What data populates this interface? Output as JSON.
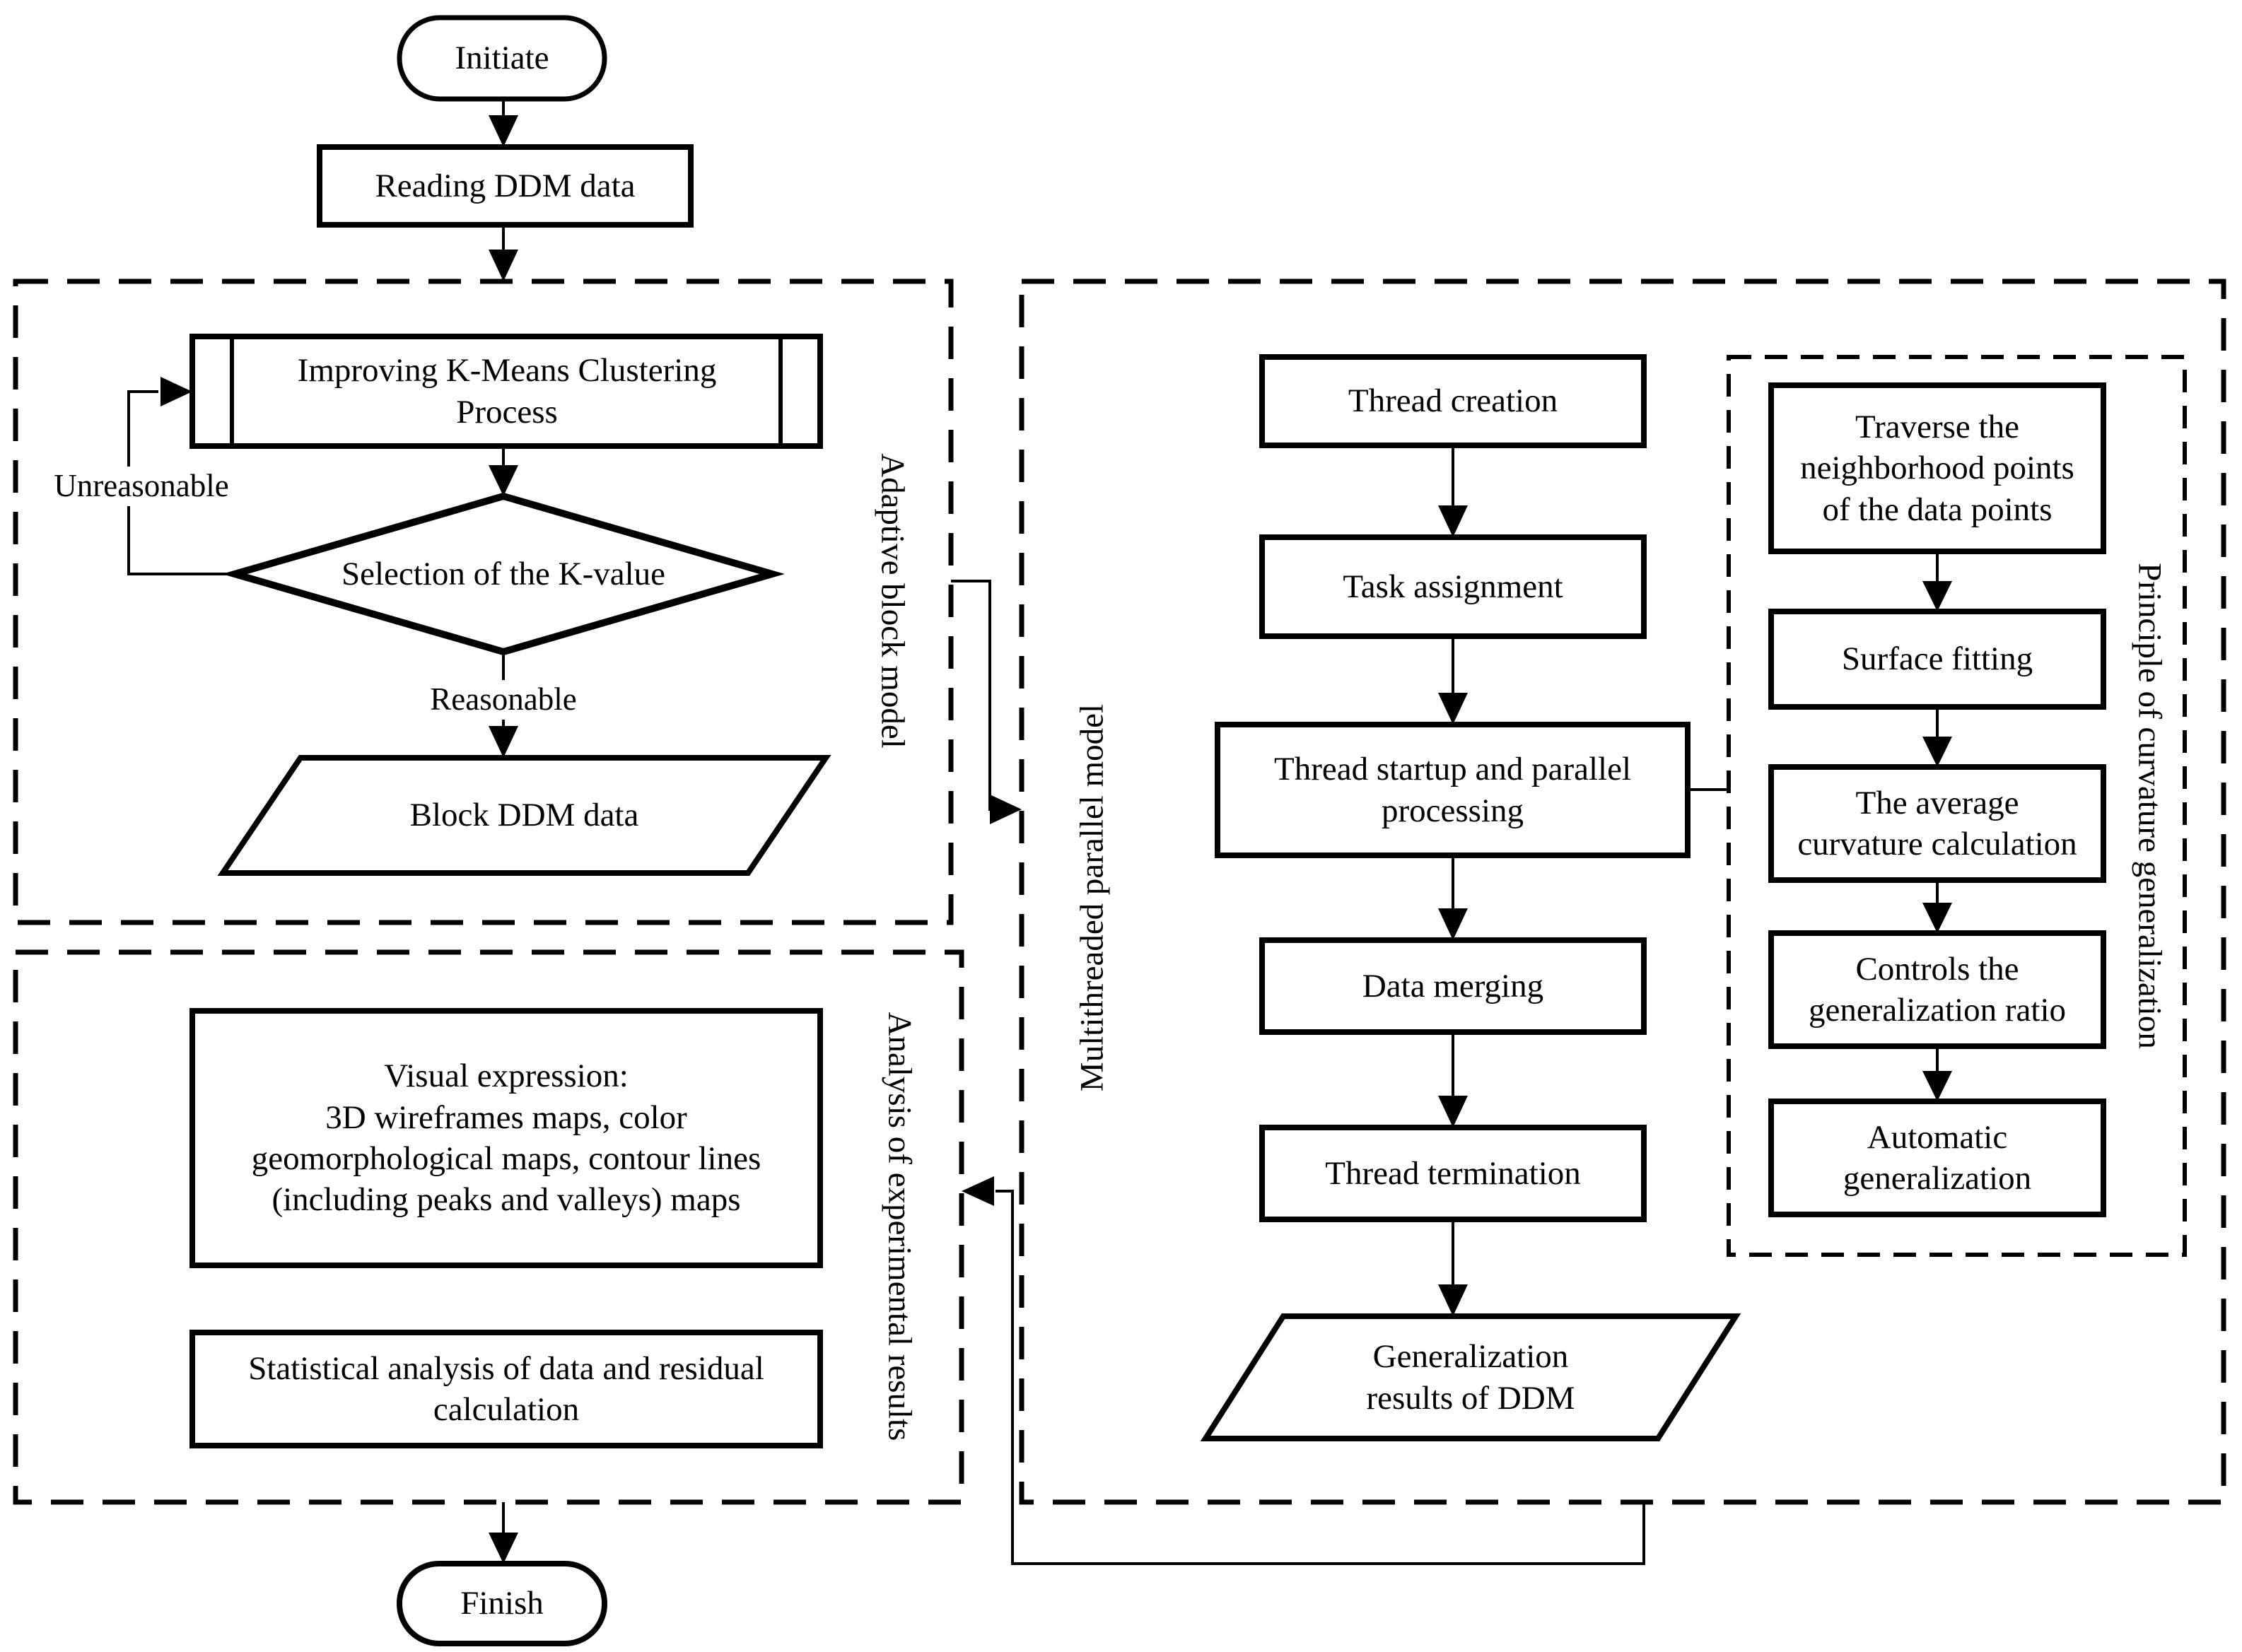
{
  "palette": {
    "ink": "#000000",
    "background": "#ffffff"
  },
  "diagram": {
    "start": {
      "label": "Initiate"
    },
    "read_data": {
      "label": "Reading DDM data"
    },
    "adaptive_block_model": {
      "title": "Adaptive block model",
      "kmeans_process": "Improving K-Means Clustering\nProcess",
      "k_decision": "Selection of the K-value",
      "edge_unreasonable": "Unreasonable",
      "edge_reasonable": "Reasonable",
      "block_ddm": "Block DDM data"
    },
    "multithreaded_parallel_model": {
      "title": "Multithreaded parallel model",
      "thread_creation": "Thread creation",
      "task_assignment": "Task assignment",
      "thread_startup": "Thread startup and parallel\nprocessing",
      "data_merging": "Data merging",
      "thread_termination": "Thread termination",
      "generalization_results": "Generalization\nresults of DDM",
      "curvature_principle": {
        "title": "Principle of curvature generalization",
        "traverse_points": "Traverse the\nneighborhood points\nof the data points",
        "surface_fitting": "Surface fitting",
        "average_curvature": "The average\ncurvature calculation",
        "controls_ratio": "Controls the\ngeneralization ratio",
        "automatic_generalization": "Automatic\ngeneralization"
      }
    },
    "analysis_results": {
      "title": "Analysis of experimental results",
      "visual_expression": "Visual expression:\n3D wireframes maps, color\ngeomorphological maps, contour lines\n(including peaks and valleys) maps",
      "statistical_analysis": "Statistical analysis of data and residual\ncalculation"
    },
    "finish": {
      "label": "Finish"
    }
  }
}
